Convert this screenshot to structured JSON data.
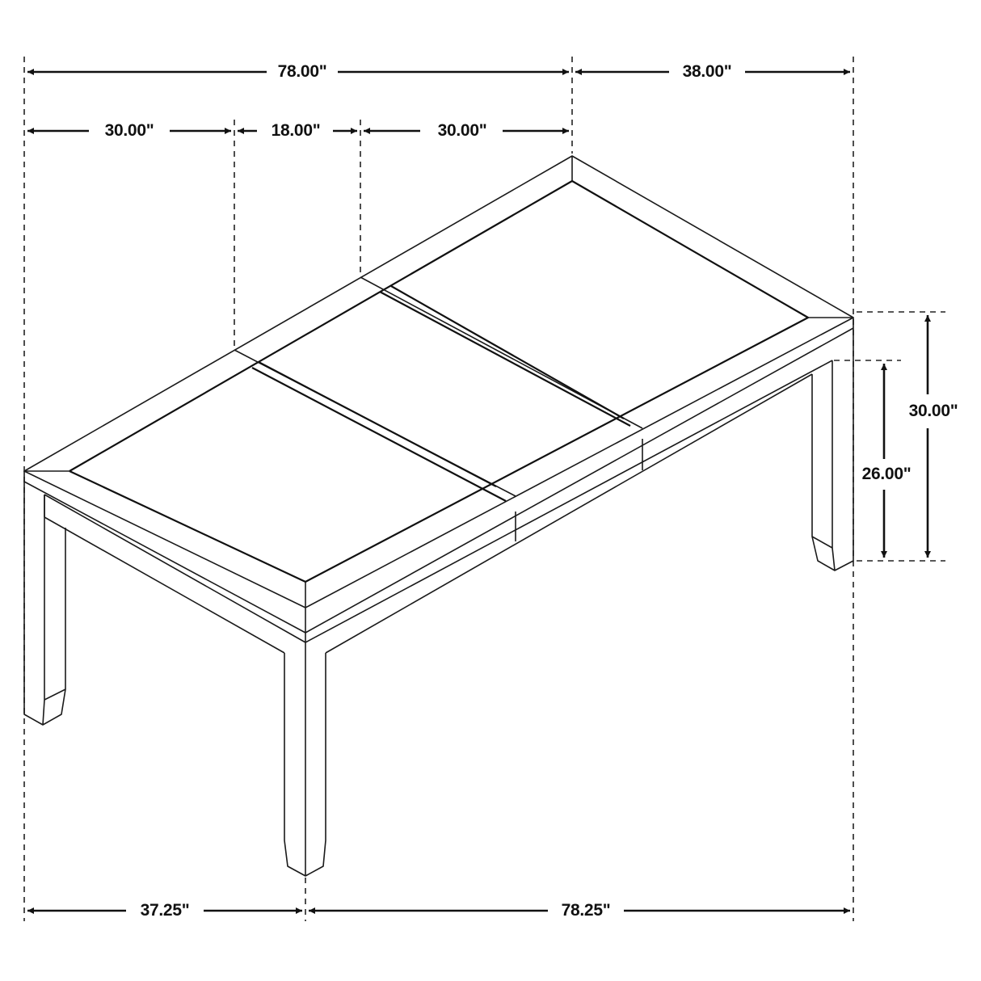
{
  "diagram": {
    "subject": "extendable dining table with leaf, isometric dimension drawing",
    "colors": {
      "line": "#111111",
      "background": "#ffffff"
    },
    "dimensions": {
      "overall_extended_length": "78.00\"",
      "depth": "38.00\"",
      "left_section": "30.00\"",
      "leaf_section": "18.00\"",
      "right_section": "30.00\"",
      "overall_height": "30.00\"",
      "apron_clearance": "26.00\"",
      "bottom_left_span": "37.25\"",
      "bottom_right_span": "78.25\""
    }
  }
}
